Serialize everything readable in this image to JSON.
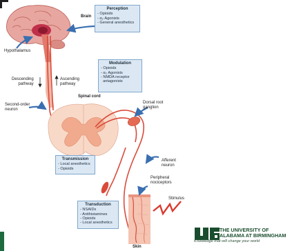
{
  "labels": {
    "brain": "Brain",
    "hypothalamus": "Hypothalamus",
    "descending": "Descending\npathway",
    "ascending": "Ascending\npathway",
    "spinal_cord": "Spinal cord",
    "second_order": "Second-order\nneuron",
    "drg": "Dorsal root\nganglion",
    "afferent": "Afferent\nneuron",
    "peripheral": "Peripheral\nnociceptors",
    "stimulus": "Stimulus",
    "skin": "Skin"
  },
  "boxes": {
    "perception": {
      "title": "Perception",
      "items": [
        "- Opioids",
        "- α₂ Agonists",
        "- General anesthetics"
      ]
    },
    "modulation": {
      "title": "Modulation",
      "items": [
        "- Opioids",
        "- α₂ Agonists",
        "- NMDA receptor",
        "  antagonists"
      ]
    },
    "transmission": {
      "title": "Transmission",
      "items": [
        "- Local anesthetics",
        "- Opioids"
      ]
    },
    "transduction": {
      "title": "Transduction",
      "items": [
        "- NSAIDs",
        "- Antihistamines",
        "- Opioids",
        "- Local anesthetics"
      ]
    }
  },
  "logo": {
    "line1": "THE UNIVERSITY OF",
    "line2": "ALABAMA AT BIRMINGHAM",
    "tagline": "Knowledge that will change your world"
  },
  "colors": {
    "nerve": "#d94a3a",
    "brain": "#e8a6a0",
    "cord": "#f4c9b5",
    "box_fill": "#dbe8f4",
    "arrow": "#3a6fb0",
    "uab_green": "#1a4d2e"
  }
}
